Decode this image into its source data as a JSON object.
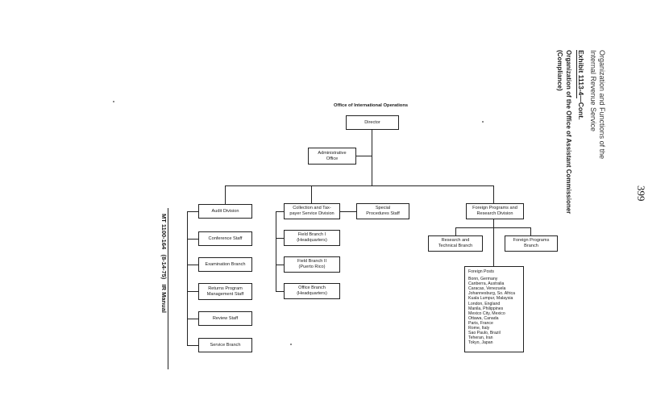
{
  "page_number": "399",
  "header": {
    "line1": "Organization and Functions of the",
    "line2": "Internal Revenue Service",
    "exhibit": "Exhibit 1113-4—Cont.",
    "caption1": "Organization of the Office of Assistant Commissioner",
    "caption2": "(Compliance)"
  },
  "footer": {
    "manual_ref": "MT 1100-164   (8-14-75)   IR Manual"
  },
  "chart": {
    "title": "Office of International Operations",
    "director": "Director",
    "administrative_office": "Administrative\nOffice",
    "audit_division": {
      "label": "Audit Division",
      "children": [
        "Conference Staff",
        "Examination Branch",
        "Returns Program\nManagement Staff",
        "Review Staff",
        "Service Branch"
      ]
    },
    "collection_division": {
      "label": "Collection and Tax-\npayer Service Division",
      "children": [
        "Field Branch I\n(Headquarters)",
        "Field Branch II\n(Puerto Rico)",
        "Office Branch\n(Headquarters)"
      ]
    },
    "special_procedures": "Special\nProcedures Staff",
    "foreign_programs_division": {
      "label": "Foreign Programs and\nResearch Division",
      "research_branch": "Research and\nTechnical Branch",
      "foreign_programs_branch": "Foreign Programs\nBranch",
      "posts_heading": "Foreign Posts",
      "posts": [
        "Bonn, Germany",
        "Canberra, Australia",
        "Caracas, Venezuela",
        "Johannesburg, So. Africa",
        "Kuala Lumpur, Malaysia",
        "London, England",
        "Manila, Philippines",
        "Mexico City, Mexico",
        "Ottawa, Canada",
        "Paris, France",
        "Rome, Italy",
        "Sao Paulo, Brazil",
        "Teheran, Iran",
        "Tokyo, Japan"
      ]
    }
  }
}
